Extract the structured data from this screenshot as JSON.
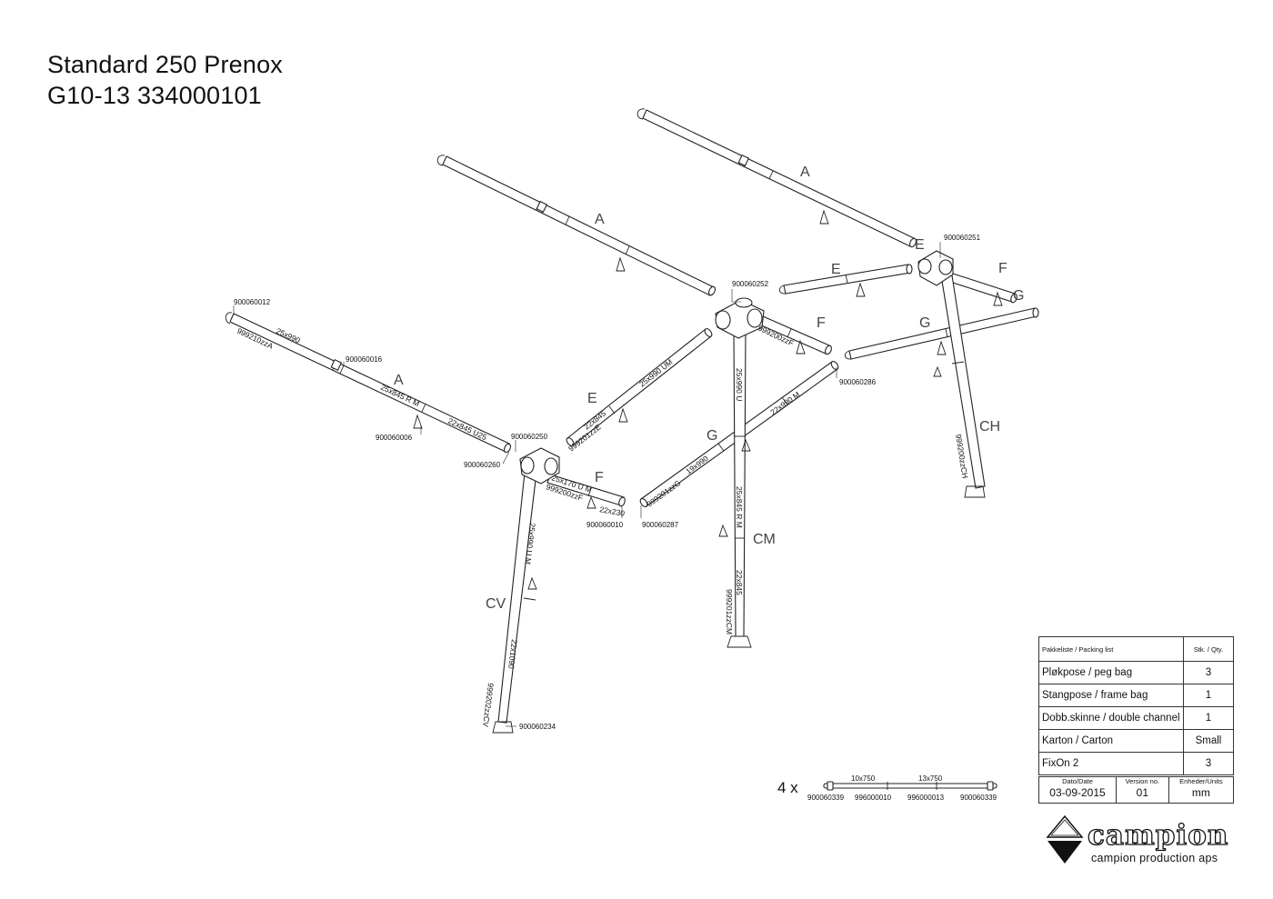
{
  "title": {
    "line1": "Standard 250 Prenox",
    "line2": "G10-13 334000101"
  },
  "pole_letters": {
    "a1": "A",
    "a2": "A",
    "a3": "A",
    "e1": "E",
    "e2": "E",
    "e3": "E",
    "f1": "F",
    "f2": "F",
    "f3": "F",
    "g1": "G",
    "g2": "G",
    "g3": "G",
    "cv": "CV",
    "cm": "CM",
    "ch": "CH"
  },
  "part_numbers": {
    "p012": "900060012",
    "p016": "900060016",
    "p006": "900060006",
    "p250": "900060250",
    "p260": "900060260",
    "p252": "900060252",
    "p251": "900060251",
    "p286": "900060286",
    "p010": "900060010",
    "p287": "900060287",
    "p234": "900060234"
  },
  "pole_labels": {
    "l01": "999210zzA",
    "l02": "25x990",
    "l03": "25x845 R M",
    "l04": "22x845 U25",
    "l05": "25x990 UM",
    "l06": "22x845",
    "l07": "999201zzE",
    "l08": "25x170 U M",
    "l09": "999200zzF",
    "l10": "22x230",
    "l11": "999200zzF",
    "l12": "25x990 U",
    "l13": "22x990 M",
    "l14": "19x990",
    "l15": "999201zzG",
    "l16": "25x845 R M",
    "l17": "22x845",
    "l18": "999201zzCM",
    "l19": "25x990 U M",
    "l20": "22x1090",
    "l21": "999202zzCV",
    "l22": "999200zzCH"
  },
  "accessory": {
    "qty": "4 x",
    "size1": "10x750",
    "size2": "13x750",
    "part1": "900060339",
    "part2": "996000010",
    "part3": "996000013",
    "part4": "900060339"
  },
  "packing_list": {
    "header": "Pakkeliste / Packing list",
    "qty_header": "Stk. / Qty.",
    "rows": [
      {
        "item": "Pløkpose / peg bag",
        "qty": "3"
      },
      {
        "item": "Stangpose / frame bag",
        "qty": "1"
      },
      {
        "item": "Dobb.skinne / double channel",
        "qty": "1"
      },
      {
        "item": "Karton / Carton",
        "qty": "Small"
      },
      {
        "item": "FixOn 2",
        "qty": "3"
      }
    ]
  },
  "meta": {
    "date_label": "Dato/Date",
    "date": "03-09-2015",
    "version_label": "Version no.",
    "version": "01",
    "units_label": "Enheder/Units",
    "units": "mm"
  },
  "logo": {
    "brand": "campion",
    "tagline": "campion production aps",
    "icon": "triangle-logo-icon"
  }
}
